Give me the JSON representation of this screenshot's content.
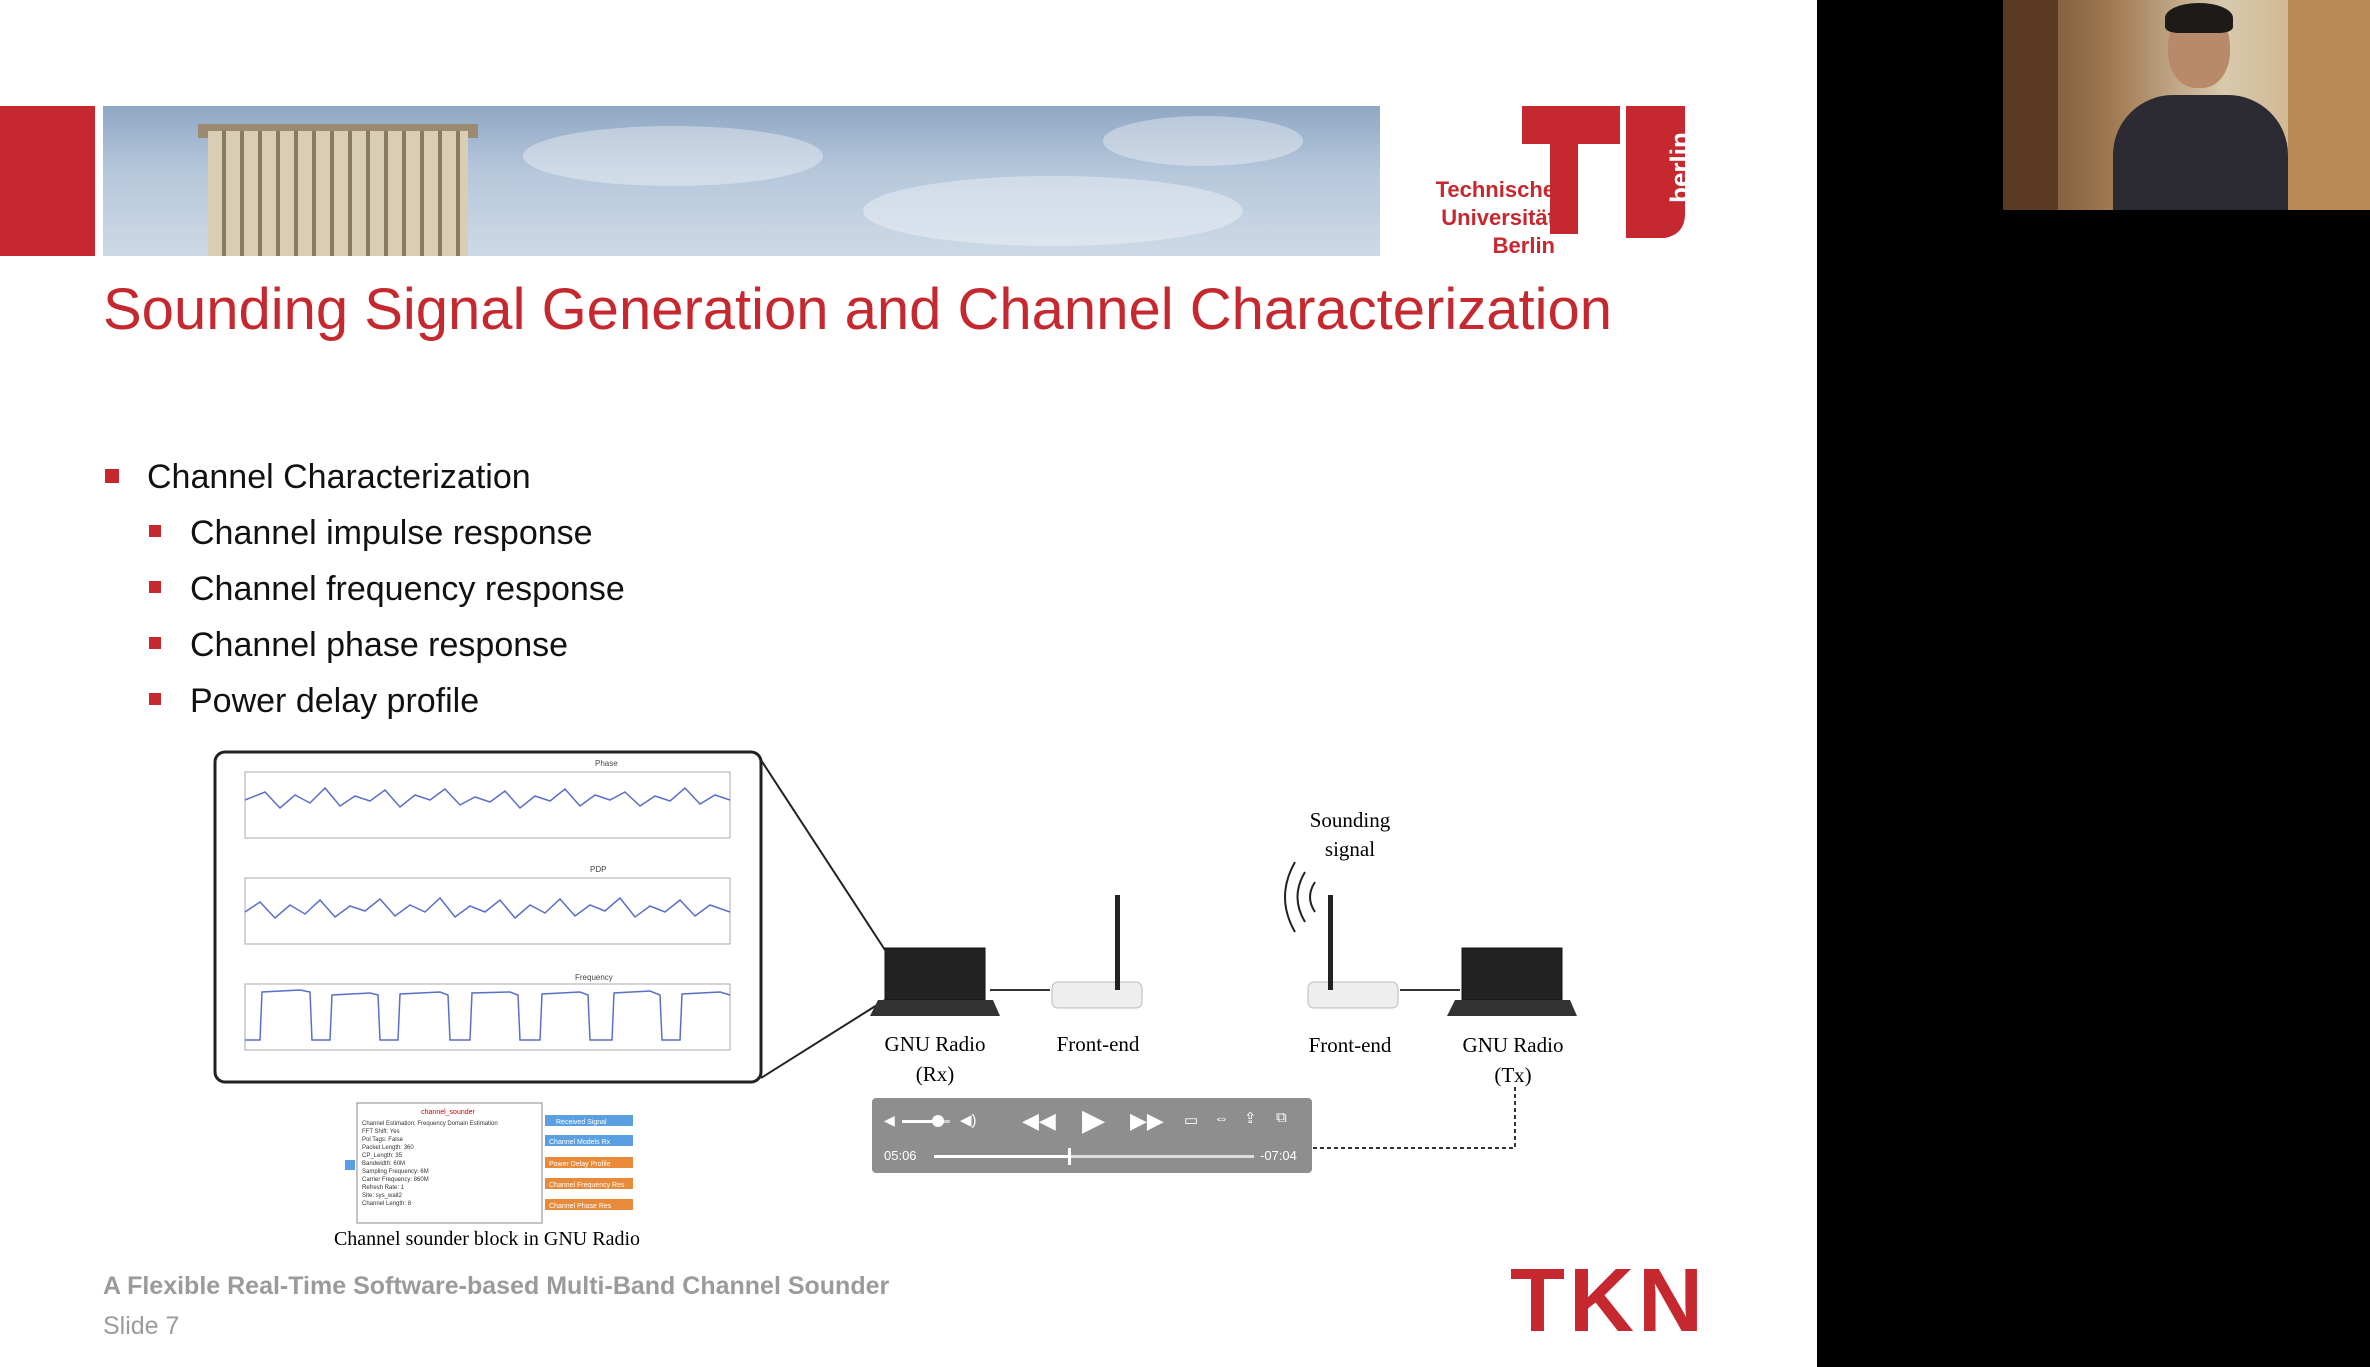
{
  "slide": {
    "title": "Sounding Signal Generation and Channel Characterization",
    "logo_text": [
      "Technische",
      "Universität",
      "Berlin"
    ],
    "logo_vertical": "berlin",
    "bullets": {
      "main": "Channel Characterization",
      "sub": [
        "Channel impulse response",
        "Channel frequency response",
        "Channel phase response",
        "Power delay profile"
      ]
    },
    "footer_title": "A Flexible Real-Time Software-based Multi-Band Channel Sounder",
    "slide_number": "Slide 7",
    "brand": "TKN",
    "accent_color": "#c5292f"
  },
  "figure": {
    "plot_titles": [
      "Phase",
      "PDP",
      "Frequency"
    ],
    "block_caption": "Channel sounder block in GNU Radio",
    "block": {
      "name": "channel_sounder",
      "params": [
        "Channel Estimation: Frequency Domain Estimation",
        "FFT Shift: Yes",
        "Pol Tags: False",
        "Packet Length: 360",
        "CP_Length: 35",
        "Bandwidth: 60M",
        "Sampling Frequency: 6M",
        "Carrier Frequency: 860M",
        "Refresh Rate: 1",
        "Site: sys_wait2",
        "Channel Length: 8"
      ],
      "ports": [
        "Received Signal",
        "Channel Models Rx",
        "Power Delay Profile",
        "Channel Frequency Res",
        "Channel Phase Res"
      ]
    },
    "labels": {
      "rx_radio": [
        "GNU Radio",
        "(Rx)"
      ],
      "rx_frontend": "Front-end",
      "tx_frontend": "Front-end",
      "tx_radio": [
        "GNU Radio",
        "(Tx)"
      ],
      "sounding": [
        "Sounding",
        "signal"
      ]
    }
  },
  "video": {
    "elapsed": "05:06",
    "remaining": "-07:04",
    "progress": 0.42,
    "volume": 0.7
  }
}
